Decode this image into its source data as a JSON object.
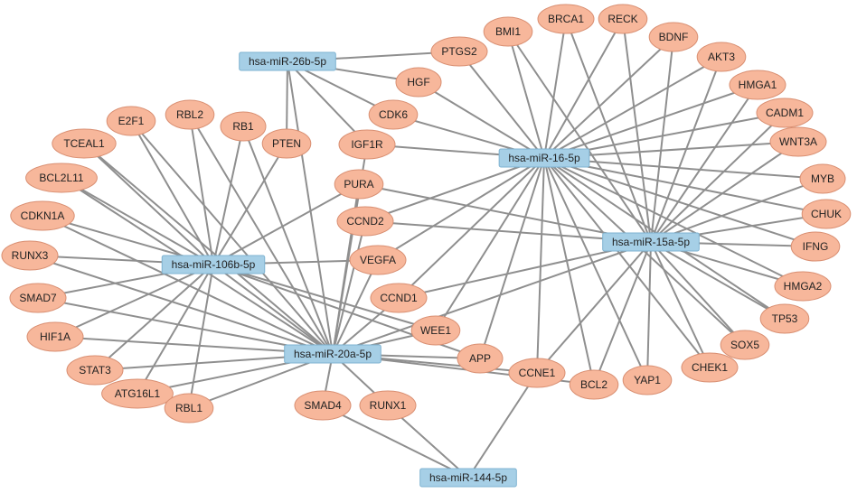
{
  "colors": {
    "gene_fill": "#f7b79b",
    "mirna_fill": "#a6cfe6",
    "edge": "#8f8f8f",
    "text": "#222222"
  },
  "mirnas": [
    {
      "id": "m26b",
      "label": "hsa-miR-26b-5p"
    },
    {
      "id": "m16",
      "label": "hsa-miR-16-5p"
    },
    {
      "id": "m106b",
      "label": "hsa-miR-106b-5p"
    },
    {
      "id": "m15a",
      "label": "hsa-miR-15a-5p"
    },
    {
      "id": "m20a",
      "label": "hsa-miR-20a-5p"
    },
    {
      "id": "m144",
      "label": "hsa-miR-144-5p"
    }
  ],
  "genes": [
    {
      "id": "BMI1",
      "label": "BMI1"
    },
    {
      "id": "BRCA1",
      "label": "BRCA1"
    },
    {
      "id": "RECK",
      "label": "RECK"
    },
    {
      "id": "BDNF",
      "label": "BDNF"
    },
    {
      "id": "AKT3",
      "label": "AKT3"
    },
    {
      "id": "HMGA1",
      "label": "HMGA1"
    },
    {
      "id": "CADM1",
      "label": "CADM1"
    },
    {
      "id": "WNT3A",
      "label": "WNT3A"
    },
    {
      "id": "MYB",
      "label": "MYB"
    },
    {
      "id": "CHUK",
      "label": "CHUK"
    },
    {
      "id": "IFNG",
      "label": "IFNG"
    },
    {
      "id": "HMGA2",
      "label": "HMGA2"
    },
    {
      "id": "TP53",
      "label": "TP53"
    },
    {
      "id": "SOX5",
      "label": "SOX5"
    },
    {
      "id": "CHEK1",
      "label": "CHEK1"
    },
    {
      "id": "YAP1",
      "label": "YAP1"
    },
    {
      "id": "BCL2",
      "label": "BCL2"
    },
    {
      "id": "CCNE1",
      "label": "CCNE1"
    },
    {
      "id": "APP",
      "label": "APP"
    },
    {
      "id": "WEE1",
      "label": "WEE1"
    },
    {
      "id": "CCND1",
      "label": "CCND1"
    },
    {
      "id": "VEGFA",
      "label": "VEGFA"
    },
    {
      "id": "CCND2",
      "label": "CCND2"
    },
    {
      "id": "PURA",
      "label": "PURA"
    },
    {
      "id": "IGF1R",
      "label": "IGF1R"
    },
    {
      "id": "CDK6",
      "label": "CDK6"
    },
    {
      "id": "HGF",
      "label": "HGF"
    },
    {
      "id": "PTGS2",
      "label": "PTGS2"
    },
    {
      "id": "PTEN",
      "label": "PTEN"
    },
    {
      "id": "RB1",
      "label": "RB1"
    },
    {
      "id": "RBL2",
      "label": "RBL2"
    },
    {
      "id": "E2F1",
      "label": "E2F1"
    },
    {
      "id": "TCEAL1",
      "label": "TCEAL1"
    },
    {
      "id": "BCL2L11",
      "label": "BCL2L11"
    },
    {
      "id": "CDKN1A",
      "label": "CDKN1A"
    },
    {
      "id": "RUNX3",
      "label": "RUNX3"
    },
    {
      "id": "SMAD7",
      "label": "SMAD7"
    },
    {
      "id": "HIF1A",
      "label": "HIF1A"
    },
    {
      "id": "STAT3",
      "label": "STAT3"
    },
    {
      "id": "ATG16L1",
      "label": "ATG16L1"
    },
    {
      "id": "RBL1",
      "label": "RBL1"
    },
    {
      "id": "SMAD4",
      "label": "SMAD4"
    },
    {
      "id": "RUNX1",
      "label": "RUNX1"
    }
  ],
  "edges": [
    [
      "m26b",
      "PTGS2"
    ],
    [
      "m26b",
      "HGF"
    ],
    [
      "m26b",
      "CDK6"
    ],
    [
      "m26b",
      "IGF1R"
    ],
    [
      "m26b",
      "PTEN"
    ],
    [
      "m26b",
      "m20a"
    ],
    [
      "m16",
      "BMI1"
    ],
    [
      "m16",
      "BRCA1"
    ],
    [
      "m16",
      "RECK"
    ],
    [
      "m16",
      "BDNF"
    ],
    [
      "m16",
      "AKT3"
    ],
    [
      "m16",
      "HMGA1"
    ],
    [
      "m16",
      "CADM1"
    ],
    [
      "m16",
      "WNT3A"
    ],
    [
      "m16",
      "MYB"
    ],
    [
      "m16",
      "CHUK"
    ],
    [
      "m16",
      "IFNG"
    ],
    [
      "m16",
      "HMGA2"
    ],
    [
      "m16",
      "TP53"
    ],
    [
      "m16",
      "SOX5"
    ],
    [
      "m16",
      "CHEK1"
    ],
    [
      "m16",
      "YAP1"
    ],
    [
      "m16",
      "BCL2"
    ],
    [
      "m16",
      "CCNE1"
    ],
    [
      "m16",
      "APP"
    ],
    [
      "m16",
      "WEE1"
    ],
    [
      "m16",
      "CCND1"
    ],
    [
      "m16",
      "VEGFA"
    ],
    [
      "m16",
      "IGF1R"
    ],
    [
      "m16",
      "CDK6"
    ],
    [
      "m16",
      "HGF"
    ],
    [
      "m16",
      "PTGS2"
    ],
    [
      "m16",
      "CCND2"
    ],
    [
      "m15a",
      "BMI1"
    ],
    [
      "m15a",
      "BRCA1"
    ],
    [
      "m15a",
      "RECK"
    ],
    [
      "m15a",
      "BDNF"
    ],
    [
      "m15a",
      "AKT3"
    ],
    [
      "m15a",
      "HMGA1"
    ],
    [
      "m15a",
      "CADM1"
    ],
    [
      "m15a",
      "WNT3A"
    ],
    [
      "m15a",
      "MYB"
    ],
    [
      "m15a",
      "CHUK"
    ],
    [
      "m15a",
      "IFNG"
    ],
    [
      "m15a",
      "HMGA2"
    ],
    [
      "m15a",
      "TP53"
    ],
    [
      "m15a",
      "SOX5"
    ],
    [
      "m15a",
      "CHEK1"
    ],
    [
      "m15a",
      "YAP1"
    ],
    [
      "m15a",
      "BCL2"
    ],
    [
      "m15a",
      "CCNE1"
    ],
    [
      "m15a",
      "CCND1"
    ],
    [
      "m15a",
      "PURA"
    ],
    [
      "m15a",
      "CCND2"
    ],
    [
      "m15a",
      "m20a"
    ],
    [
      "m106b",
      "TCEAL1"
    ],
    [
      "m106b",
      "BCL2L11"
    ],
    [
      "m106b",
      "CDKN1A"
    ],
    [
      "m106b",
      "RUNX3"
    ],
    [
      "m106b",
      "SMAD7"
    ],
    [
      "m106b",
      "HIF1A"
    ],
    [
      "m106b",
      "STAT3"
    ],
    [
      "m106b",
      "ATG16L1"
    ],
    [
      "m106b",
      "RBL1"
    ],
    [
      "m106b",
      "E2F1"
    ],
    [
      "m106b",
      "RBL2"
    ],
    [
      "m106b",
      "RB1"
    ],
    [
      "m106b",
      "PTEN"
    ],
    [
      "m106b",
      "PURA"
    ],
    [
      "m106b",
      "VEGFA"
    ],
    [
      "m106b",
      "WEE1"
    ],
    [
      "m106b",
      "APP"
    ],
    [
      "m106b",
      "m20a"
    ],
    [
      "m20a",
      "CDKN1A"
    ],
    [
      "m20a",
      "BCL2L11"
    ],
    [
      "m20a",
      "TCEAL1"
    ],
    [
      "m20a",
      "E2F1"
    ],
    [
      "m20a",
      "RBL2"
    ],
    [
      "m20a",
      "RB1"
    ],
    [
      "m20a",
      "RUNX3"
    ],
    [
      "m20a",
      "SMAD7"
    ],
    [
      "m20a",
      "HIF1A"
    ],
    [
      "m20a",
      "STAT3"
    ],
    [
      "m20a",
      "ATG16L1"
    ],
    [
      "m20a",
      "RBL1"
    ],
    [
      "m20a",
      "SMAD4"
    ],
    [
      "m20a",
      "RUNX1"
    ],
    [
      "m20a",
      "CCNE1"
    ],
    [
      "m20a",
      "APP"
    ],
    [
      "m20a",
      "WEE1"
    ],
    [
      "m20a",
      "CCND1"
    ],
    [
      "m20a",
      "VEGFA"
    ],
    [
      "m20a",
      "CCND2"
    ],
    [
      "m20a",
      "PURA"
    ],
    [
      "m20a",
      "IGF1R"
    ],
    [
      "m20a",
      "BCL2"
    ],
    [
      "m144",
      "SMAD4"
    ],
    [
      "m144",
      "RUNX1"
    ],
    [
      "m144",
      "CCNE1"
    ]
  ]
}
